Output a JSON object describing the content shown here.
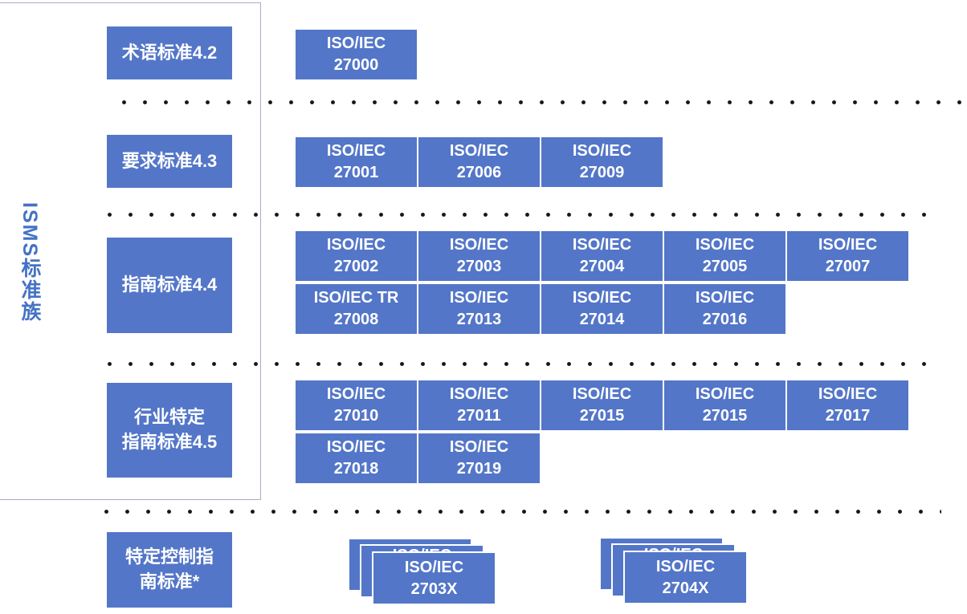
{
  "diagram": {
    "family_label": "ISMS标准族",
    "colors": {
      "box_fill": "#5376C8",
      "family_label_color": "#4472C4",
      "container_border": "#A7AEC6",
      "dot_color": "#161616",
      "box_text": "#FFFFFF"
    },
    "sections": [
      {
        "category": {
          "lines": [
            "术语标准4.2"
          ]
        },
        "standards_lines": [
          [
            {
              "l1": "ISO/IEC",
              "l2": "27000"
            }
          ]
        ]
      },
      {
        "category": {
          "lines": [
            "要求标准4.3"
          ]
        },
        "standards_lines": [
          [
            {
              "l1": "ISO/IEC",
              "l2": "27001"
            },
            {
              "l1": "ISO/IEC",
              "l2": "27006"
            },
            {
              "l1": "ISO/IEC",
              "l2": "27009"
            }
          ]
        ]
      },
      {
        "category": {
          "lines": [
            "指南标准4.4"
          ]
        },
        "standards_lines": [
          [
            {
              "l1": "ISO/IEC",
              "l2": "27002"
            },
            {
              "l1": "ISO/IEC",
              "l2": "27003"
            },
            {
              "l1": "ISO/IEC",
              "l2": "27004"
            },
            {
              "l1": "ISO/IEC",
              "l2": "27005"
            },
            {
              "l1": "ISO/IEC",
              "l2": "27007"
            }
          ],
          [
            {
              "l1": "ISO/IEC TR",
              "l2": "27008"
            },
            {
              "l1": "ISO/IEC",
              "l2": "27013"
            },
            {
              "l1": "ISO/IEC",
              "l2": "27014"
            },
            {
              "l1": "ISO/IEC",
              "l2": "27016"
            }
          ]
        ]
      },
      {
        "category": {
          "lines": [
            "行业特定",
            "指南标准4.5"
          ]
        },
        "standards_lines": [
          [
            {
              "l1": "ISO/IEC",
              "l2": "27010"
            },
            {
              "l1": "ISO/IEC",
              "l2": "27011"
            },
            {
              "l1": "ISO/IEC",
              "l2": "27015"
            },
            {
              "l1": "ISO/IEC",
              "l2": "27015"
            },
            {
              "l1": "ISO/IEC",
              "l2": "27017"
            }
          ],
          [
            {
              "l1": "ISO/IEC",
              "l2": "27018"
            },
            {
              "l1": "ISO/IEC",
              "l2": "27019"
            }
          ]
        ]
      },
      {
        "category": {
          "lines": [
            "特定控制指",
            "南标准*"
          ]
        },
        "stacks": [
          {
            "front": {
              "l1": "ISO/IEC",
              "l2": "2703X"
            },
            "peek": "ISO/IEC"
          },
          {
            "front": {
              "l1": "ISO/IEC",
              "l2": "2704X"
            },
            "peek": "ISO/IEC"
          }
        ]
      }
    ]
  }
}
